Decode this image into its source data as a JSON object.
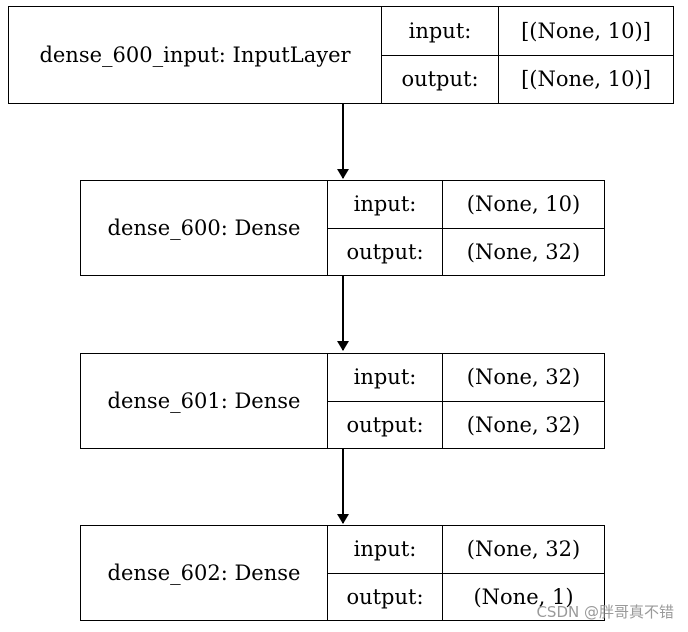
{
  "nodes": [
    {
      "id": "n0",
      "name": "dense_600_input: InputLayer",
      "input_label": "input:",
      "input_value": "[(None, 10)]",
      "output_label": "output:",
      "output_value": "[(None, 10)]"
    },
    {
      "id": "n1",
      "name": "dense_600: Dense",
      "input_label": "input:",
      "input_value": "(None, 10)",
      "output_label": "output:",
      "output_value": "(None, 32)"
    },
    {
      "id": "n2",
      "name": "dense_601: Dense",
      "input_label": "input:",
      "input_value": "(None, 32)",
      "output_label": "output:",
      "output_value": "(None, 32)"
    },
    {
      "id": "n3",
      "name": "dense_602: Dense",
      "input_label": "input:",
      "input_value": "(None, 32)",
      "output_label": "output:",
      "output_value": "(None, 1)"
    }
  ],
  "edges": [
    {
      "from": "n0",
      "to": "n1"
    },
    {
      "from": "n1",
      "to": "n2"
    },
    {
      "from": "n2",
      "to": "n3"
    }
  ],
  "watermark": "CSDN @胖哥真不错"
}
